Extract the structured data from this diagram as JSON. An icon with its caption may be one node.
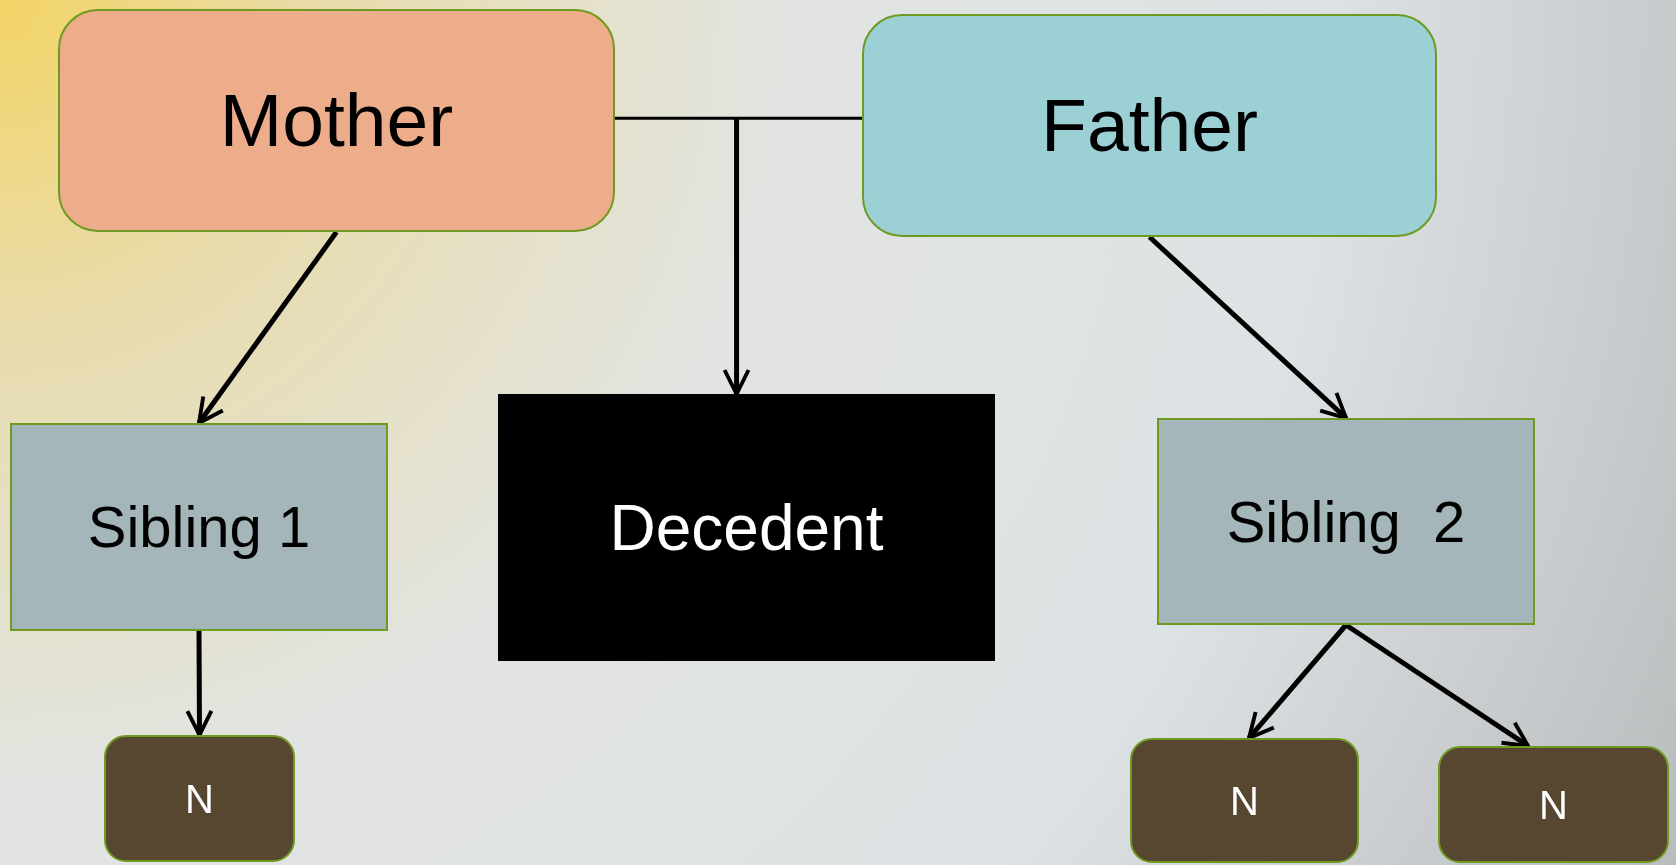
{
  "diagram": {
    "nodes": [
      {
        "text": [
          "Mother"
        ]
      },
      {
        "text": [
          "Father"
        ]
      },
      {
        "text": [
          "Sibling 1"
        ]
      },
      {
        "text": [
          "Decedent"
        ]
      },
      {
        "text": [
          "Sibling  2"
        ]
      },
      {
        "text": [
          "N"
        ]
      },
      {
        "text": [
          "N"
        ]
      },
      {
        "text": [
          "N"
        ]
      }
    ],
    "edges": [
      {
        "from": 0,
        "to": 1,
        "arrow": "none"
      },
      {
        "from": 0,
        "to": 3,
        "arrow": "to"
      },
      {
        "from": 1,
        "to": 3,
        "arrow": "to"
      },
      {
        "from": 0,
        "to": 2,
        "arrow": "to"
      },
      {
        "from": 1,
        "to": 4,
        "arrow": "to"
      },
      {
        "from": 2,
        "to": 5,
        "arrow": "to"
      },
      {
        "from": 4,
        "to": 6,
        "arrow": "to"
      },
      {
        "from": 4,
        "to": 7,
        "arrow": "to"
      }
    ]
  }
}
